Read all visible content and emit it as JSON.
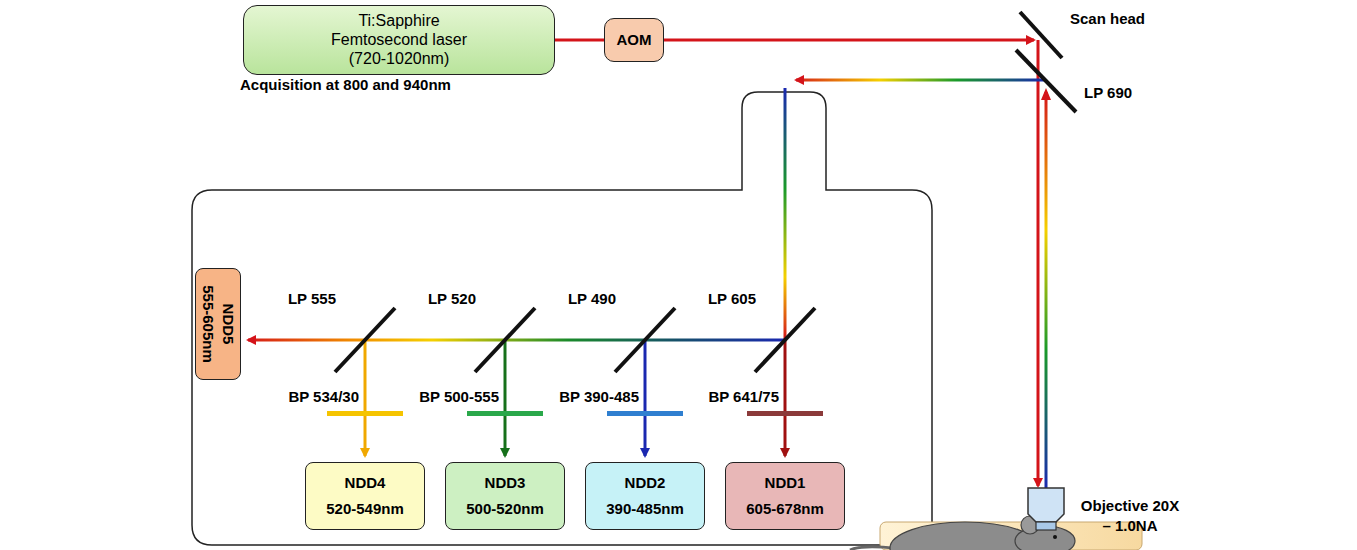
{
  "diagram": {
    "nodes": [
      {
        "text": [
          "Ti:Sapphire Femtosecond laser (720-1020nm)"
        ]
      },
      {
        "text": [
          "AOM"
        ]
      },
      {
        "text": [
          "NDD5",
          "555-605nm"
        ]
      },
      {
        "text": [
          "NDD4",
          "520-549nm"
        ]
      },
      {
        "text": [
          "NDD3",
          "500-520nm"
        ]
      },
      {
        "text": [
          "NDD2",
          "390-485nm"
        ]
      },
      {
        "text": [
          "NDD1",
          "605-678nm"
        ]
      }
    ],
    "edges": [
      {
        "from": 0,
        "to": 1,
        "arrow": "none"
      }
    ],
    "labels": [
      "Acquisition at 800 and 940nm",
      "Scan head",
      "LP 690",
      "LP 555",
      "LP 520",
      "LP 490",
      "LP 605",
      "BP 534/30",
      "BP 500-555",
      "BP 390-485",
      "BP 641/75",
      "Objective 20X – 1.0NA"
    ]
  }
}
